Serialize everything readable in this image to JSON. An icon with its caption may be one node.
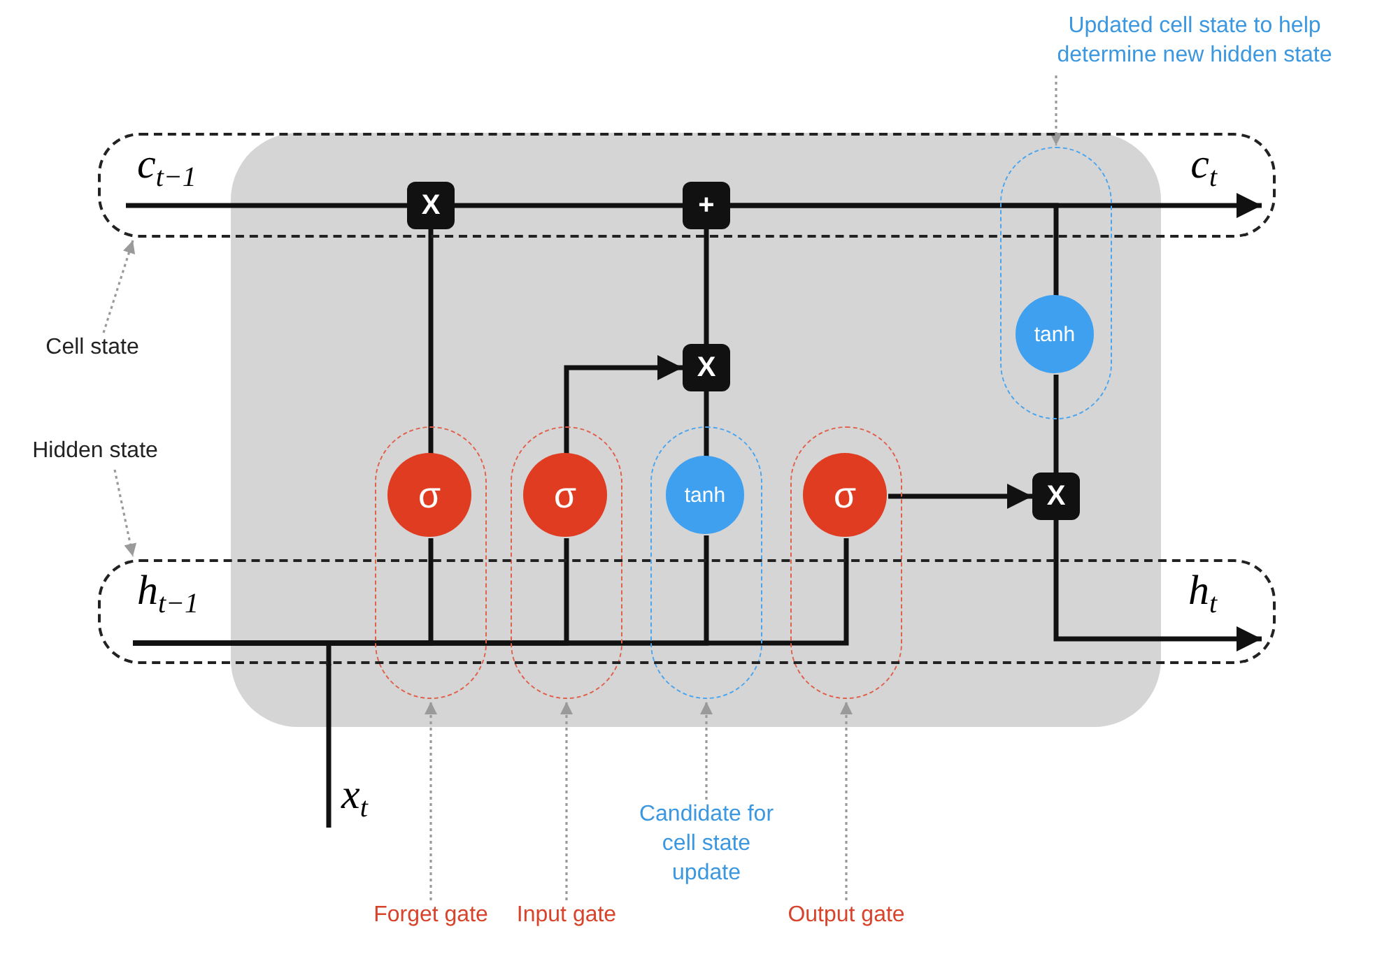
{
  "diagram": {
    "nodes": [
      {
        "text": [
          "c$_{t−1}$",
          "c$_{t}$"
        ]
      },
      {
        "text": [
          "X"
        ],
        "in": 0
      },
      {
        "text": [
          "+"
        ],
        "in": 0
      },
      {
        "text": [],
        "shape": "box"
      },
      {
        "text": [
          "tanh"
        ],
        "in": 3
      },
      {
        "text": [
          "X"
        ]
      },
      {
        "text": [],
        "shape": "box"
      },
      {
        "text": [
          "σ"
        ],
        "in": 6
      },
      {
        "text": [],
        "shape": "box"
      },
      {
        "text": [
          "σ"
        ],
        "in": 8
      },
      {
        "text": [],
        "shape": "box"
      },
      {
        "text": [
          "tanh"
        ],
        "in": 10
      },
      {
        "text": [],
        "shape": "box"
      },
      {
        "text": [
          "σ"
        ],
        "in": 12
      },
      {
        "text": [
          "X"
        ]
      },
      {
        "text": [
          "h$_{t−1}$",
          "h$_{t}$"
        ]
      },
      {
        "text": [
          "x$_{t}$"
        ]
      },
      {
        "text": [
          "Cell state"
        ]
      },
      {
        "text": [
          "Hidden state"
        ]
      },
      {
        "text": [
          "Updated cell state to help determine new hidden state"
        ]
      },
      {
        "text": [
          "Forget gate"
        ]
      },
      {
        "text": [
          "Input gate"
        ]
      },
      {
        "text": [
          "Candidate for cell state update"
        ]
      },
      {
        "text": [
          "Output gate"
        ]
      }
    ],
    "edges": [
      {
        "from": 0,
        "to": 1,
        "arrow": "none"
      },
      {
        "from": 1,
        "to": 2,
        "arrow": "none"
      },
      {
        "from": 2,
        "to": 0,
        "arrow": "to"
      },
      {
        "from": 2,
        "to": 4,
        "arrow": "none"
      },
      {
        "from": 4,
        "to": 14,
        "arrow": "none"
      },
      {
        "from": 14,
        "to": 15,
        "arrow": "to"
      },
      {
        "from": 7,
        "to": 1,
        "arrow": "none"
      },
      {
        "from": 9,
        "to": 5,
        "arrow": "to"
      },
      {
        "from": 11,
        "to": 5,
        "arrow": "none"
      },
      {
        "from": 5,
        "to": 2,
        "arrow": "none"
      },
      {
        "from": 13,
        "to": 14,
        "arrow": "to"
      },
      {
        "from": 15,
        "to": 7,
        "arrow": "none"
      },
      {
        "from": 15,
        "to": 9,
        "arrow": "none"
      },
      {
        "from": 15,
        "to": 11,
        "arrow": "none"
      },
      {
        "from": 15,
        "to": 13,
        "arrow": "none"
      },
      {
        "from": 16,
        "to": 15,
        "arrow": "none"
      },
      {
        "from": 17,
        "to": 0,
        "arrow": "to",
        "style": "dashed",
        "color": "#9a9a9a"
      },
      {
        "from": 18,
        "to": 15,
        "arrow": "to",
        "style": "dashed",
        "color": "#9a9a9a"
      },
      {
        "from": 19,
        "to": 3,
        "arrow": "to",
        "style": "dashed",
        "color": "#9a9a9a"
      },
      {
        "from": 20,
        "to": 6,
        "arrow": "to",
        "style": "dashed",
        "color": "#9a9a9a"
      },
      {
        "from": 21,
        "to": 8,
        "arrow": "to",
        "style": "dashed",
        "color": "#9a9a9a"
      },
      {
        "from": 22,
        "to": 10,
        "arrow": "to",
        "style": "dashed",
        "color": "#9a9a9a"
      },
      {
        "from": 23,
        "to": 12,
        "arrow": "to",
        "style": "dashed",
        "color": "#9a9a9a"
      }
    ]
  }
}
